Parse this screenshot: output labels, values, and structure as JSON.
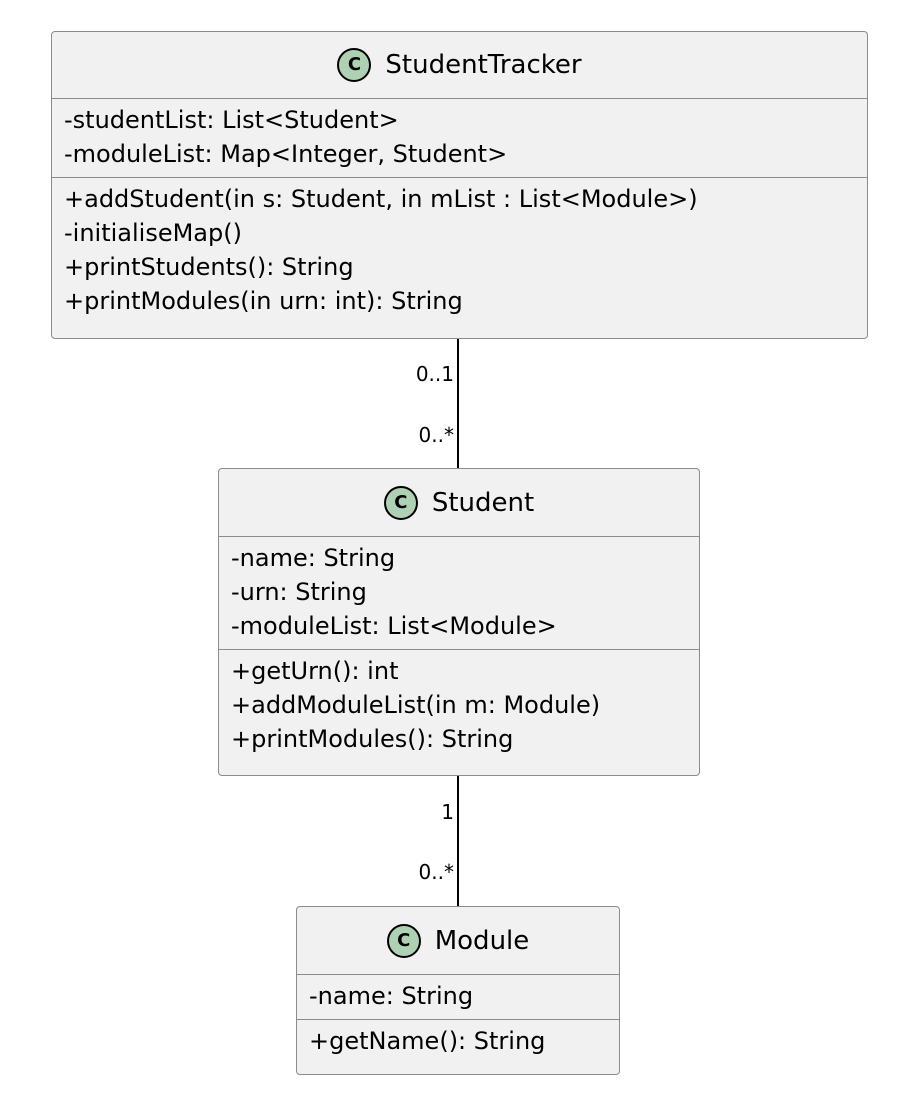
{
  "classes": {
    "student_tracker": {
      "badge": "C",
      "name": "StudentTracker",
      "attributes": [
        "-studentList: List<Student>",
        "-moduleList: Map<Integer, Student>"
      ],
      "methods": [
        "+addStudent(in s: Student, in mList : List<Module>)",
        "-initialiseMap()",
        "+printStudents(): String",
        "+printModules(in urn: int): String"
      ]
    },
    "student": {
      "badge": "C",
      "name": "Student",
      "attributes": [
        "-name: String",
        "-urn: String",
        "-moduleList: List<Module>"
      ],
      "methods": [
        "+getUrn(): int",
        "+addModuleList(in m: Module)",
        "+printModules(): String"
      ]
    },
    "module": {
      "badge": "C",
      "name": "Module",
      "attributes": [
        "-name: String"
      ],
      "methods": [
        "+getName(): String"
      ]
    }
  },
  "associations": [
    {
      "from": "StudentTracker",
      "to": "Student",
      "from_multiplicity": "0..1",
      "to_multiplicity": "0..*"
    },
    {
      "from": "Student",
      "to": "Module",
      "from_multiplicity": "1",
      "to_multiplicity": "0..*"
    }
  ],
  "colors": {
    "class_fill": "#f1f1f1",
    "class_border": "#8c8c8c",
    "badge_fill": "#add1b2"
  }
}
